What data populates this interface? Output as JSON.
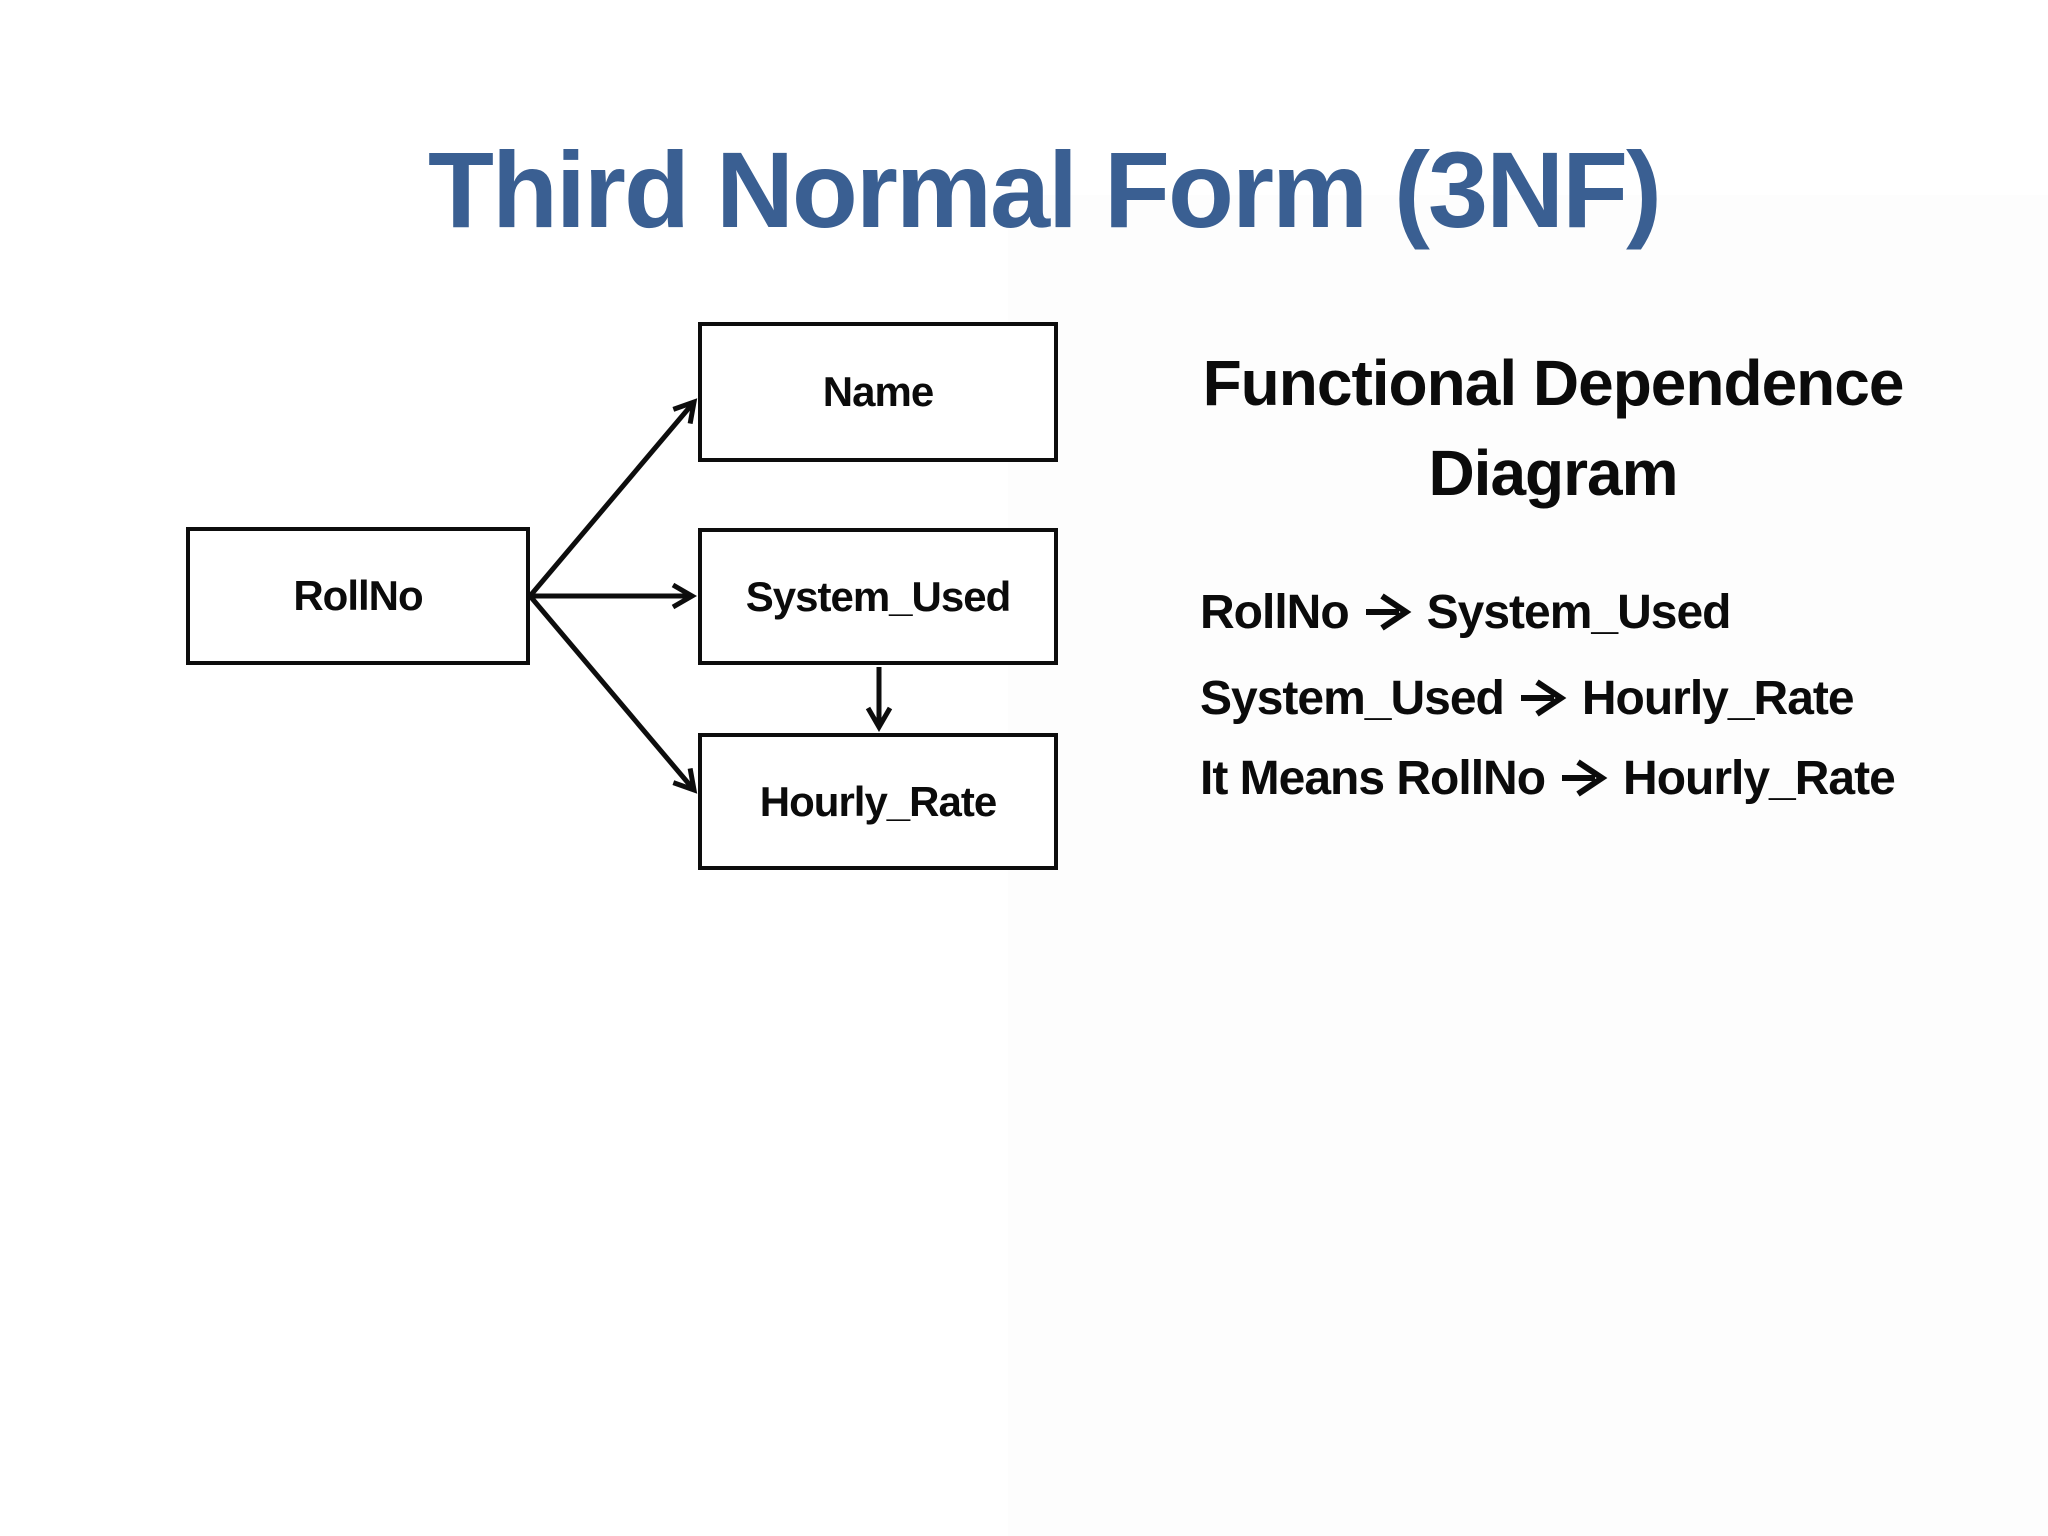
{
  "slide": {
    "title": "Third Normal Form (3NF)"
  },
  "diagram": {
    "nodes": [
      {
        "id": "rollno",
        "label": "RollNo"
      },
      {
        "id": "name",
        "label": "Name"
      },
      {
        "id": "system_used",
        "label": "System_Used"
      },
      {
        "id": "hourly_rate",
        "label": "Hourly_Rate"
      }
    ],
    "edges": [
      {
        "from": "RollNo",
        "to": "Name"
      },
      {
        "from": "RollNo",
        "to": "System_Used"
      },
      {
        "from": "RollNo",
        "to": "Hourly_Rate"
      },
      {
        "from": "System_Used",
        "to": "Hourly_Rate"
      }
    ]
  },
  "panel": {
    "heading_line1": "Functional Dependence",
    "heading_line2": "Diagram",
    "arrow": "➔",
    "dependencies": [
      {
        "from": "RollNo",
        "to": "System_Used"
      },
      {
        "from": "System_Used",
        "to": "Hourly_Rate"
      },
      {
        "from": "It Means RollNo",
        "to": "Hourly_Rate"
      }
    ]
  },
  "colors": {
    "title_blue": "#3A5F92",
    "text_black": "#0b0b0b",
    "line_black": "#0d0d0d",
    "background": "#ffffff"
  }
}
